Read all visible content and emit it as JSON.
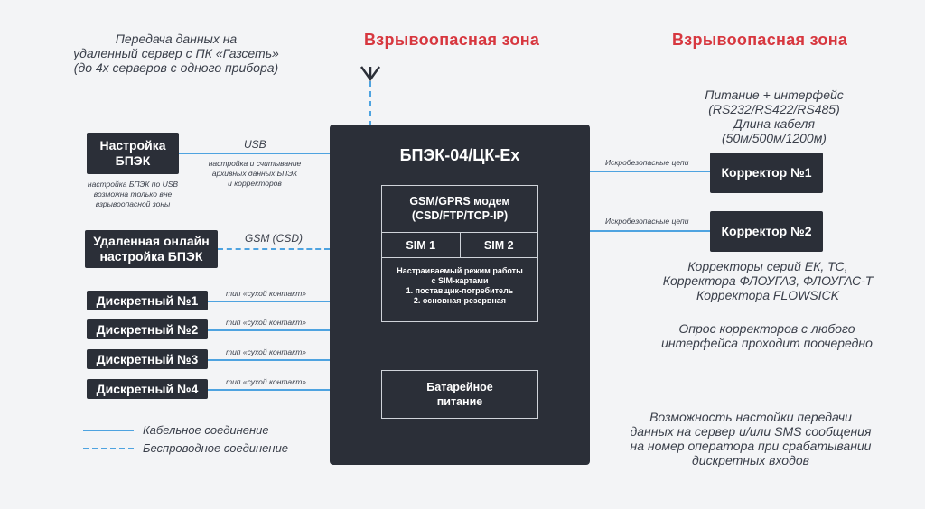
{
  "zones": {
    "left_title": "Взрывоопасная зона",
    "right_title": "Взрывоопасная зона"
  },
  "notes": {
    "top_left": [
      "Передача данных на",
      "удаленный сервер с ПК «Газсеть»",
      "(до 4х серверов с одного прибора)"
    ],
    "power": [
      "Питание + интерфейс",
      "(RS232/RS422/RS485)",
      "Длина кабеля",
      "(50м/500м/1200м)"
    ],
    "correctors": [
      "Корректоры серий ЕК, ТС,",
      "Корректора ФЛОУГАЗ, ФЛОУГАС-Т",
      "Корректора FLOWSICK"
    ],
    "polling": [
      "Опрос корректоров с любого",
      "интерфейса проходит поочередно"
    ],
    "sms": [
      "Возможность настойки передачи",
      "данных на сервер и/или SMS сообщения",
      "на номер оператора при срабатывании",
      "дискретных входов"
    ]
  },
  "left": {
    "setup_box": [
      "Настройка",
      "БПЭК"
    ],
    "setup_note": [
      "настройка БПЭК по USB",
      "возможна только вне",
      "взрывоопасной зоны"
    ],
    "usb_label": "USB",
    "usb_note": [
      "настройка и считывание",
      "архивных данных БПЭК",
      "и корректоров"
    ],
    "online_box": [
      "Удаленная онлайн",
      "настройка БПЭК"
    ],
    "gsm_label": "GSM (CSD)",
    "discrete": [
      {
        "label": "Дискретный №1",
        "type": "тип «сухой контакт»"
      },
      {
        "label": "Дискретный  №2",
        "type": "тип «сухой контакт»"
      },
      {
        "label": "Дискретный  №3",
        "type": "тип «сухой контакт»"
      },
      {
        "label": "Дискретный  №4",
        "type": "тип «сухой контакт»"
      }
    ]
  },
  "main": {
    "title": "БПЭК-04/ЦК-Ех",
    "modem": [
      "GSM/GPRS модем",
      "(CSD/FTP/TCP-IP)"
    ],
    "sim1": "SIM 1",
    "sim2": "SIM 2",
    "modem_desc": [
      "Настраиваемый режим работы",
      "с SIM-картами",
      "1. поставщик-потребитель",
      "2. основная-резервная"
    ],
    "battery": [
      "Батарейное",
      "питание"
    ]
  },
  "right": {
    "circuit_label": "Искробезопасные цепи",
    "corrector1": "Корректор №1",
    "corrector2": "Корректор №2"
  },
  "legend": {
    "cable": "Кабельное соединение",
    "wireless": "Беспроводное соединение"
  },
  "colors": {
    "accent_red": "#d7373f",
    "line_blue": "#4ea3e0",
    "box_dark": "#2b2f38"
  }
}
